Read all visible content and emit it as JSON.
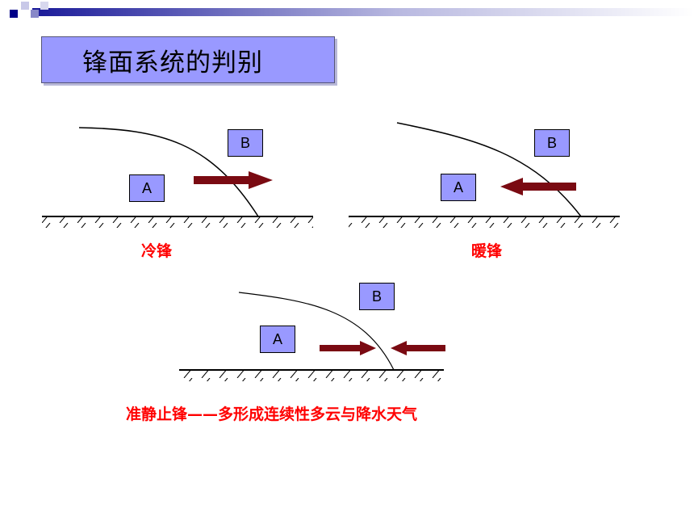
{
  "title": "锋面系统的判别",
  "colors": {
    "title_bg": "#9999ff",
    "box_bg": "#9999ff",
    "arrow": "#7a0a12",
    "label": "#ff0000"
  },
  "panels": {
    "cold": {
      "box_a": "A",
      "box_b": "B",
      "label": "冷锋"
    },
    "warm": {
      "box_a": "A",
      "box_b": "B",
      "label": "暖锋"
    },
    "stationary": {
      "box_a": "A",
      "box_b": "B",
      "label": "准静止锋——多形成连续性多云与降水天气"
    }
  }
}
